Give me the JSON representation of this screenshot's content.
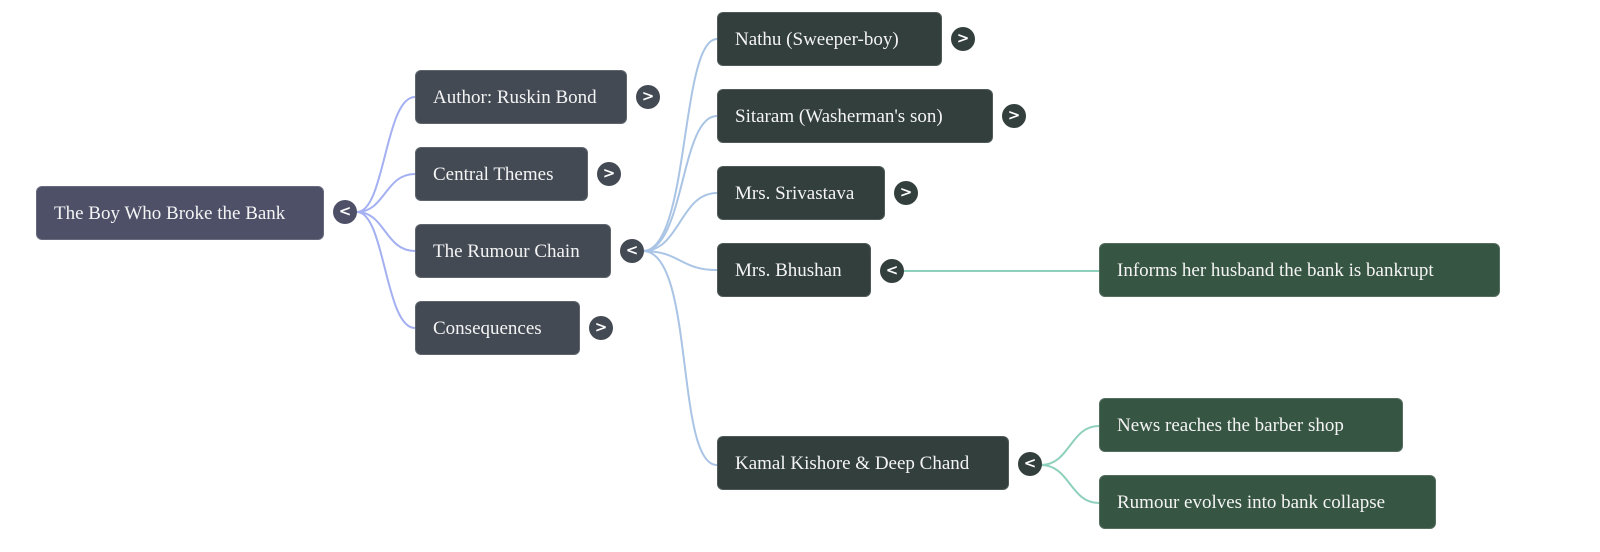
{
  "mindmap": {
    "root": {
      "label": "The Boy Who Broke the Bank",
      "toggle": "<",
      "expanded": true
    },
    "level1": [
      {
        "label": "Author: Ruskin Bond",
        "toggle": ">",
        "expanded": false
      },
      {
        "label": "Central Themes",
        "toggle": ">",
        "expanded": false
      },
      {
        "label": "The Rumour Chain",
        "toggle": "<",
        "expanded": true
      },
      {
        "label": "Consequences",
        "toggle": ">",
        "expanded": false
      }
    ],
    "rumour_chain": [
      {
        "label": "Nathu (Sweeper-boy)",
        "toggle": ">",
        "expanded": false
      },
      {
        "label": "Sitaram (Washerman's son)",
        "toggle": ">",
        "expanded": false
      },
      {
        "label": "Mrs. Srivastava",
        "toggle": ">",
        "expanded": false
      },
      {
        "label": "Mrs. Bhushan",
        "toggle": "<",
        "expanded": true
      },
      {
        "label": "Kamal Kishore & Deep Chand",
        "toggle": "<",
        "expanded": true
      }
    ],
    "bhushan_children": [
      {
        "label": "Informs her husband the bank is bankrupt"
      }
    ],
    "kamal_children": [
      {
        "label": "News reaches the barber shop"
      },
      {
        "label": "Rumour evolves into bank collapse"
      }
    ],
    "colors": {
      "root": "#4e5068",
      "level1": "#434a54",
      "level2": "#323f3c",
      "level3": "#375543",
      "link_level1": "#a4b0f2",
      "link_level2": "#a9c4e4",
      "link_level3": "#8fd0bd"
    }
  }
}
